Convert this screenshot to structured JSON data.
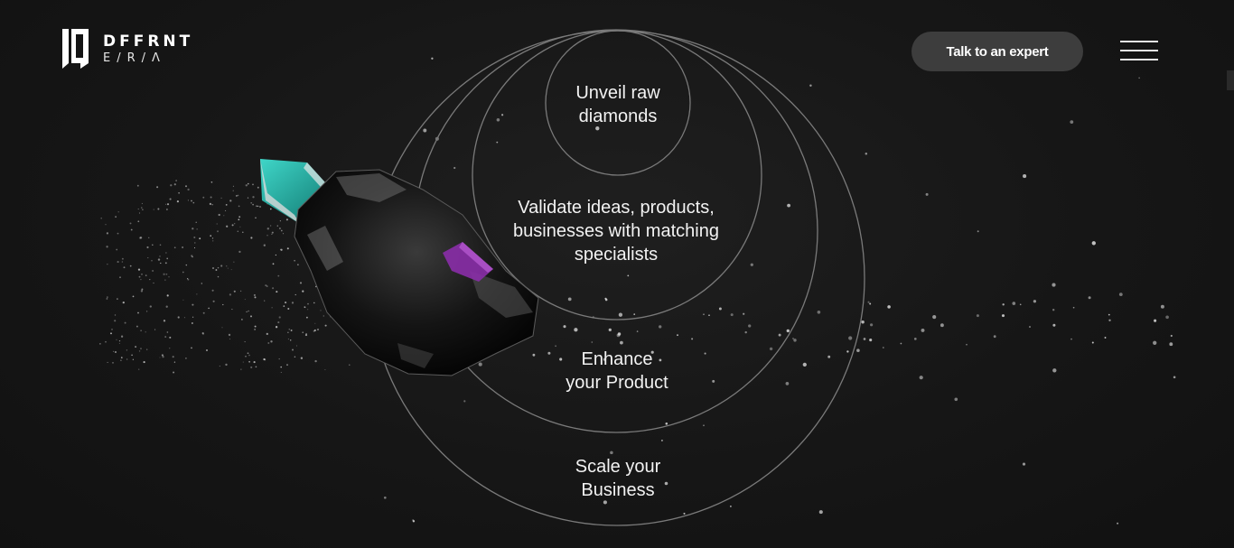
{
  "brand": {
    "name": "DFFRNT",
    "sub": "E/R/Λ"
  },
  "header": {
    "cta_label": "Talk to an expert",
    "menu_icon": "hamburger-menu-icon"
  },
  "stages": [
    {
      "lines": [
        "Unveil raw",
        "diamonds"
      ]
    },
    {
      "lines": [
        "Validate ideas, products,",
        "businesses with matching",
        "specialists"
      ]
    },
    {
      "lines": [
        "Enhance",
        "your Product"
      ]
    },
    {
      "lines": [
        "Scale your",
        "Business"
      ]
    }
  ],
  "colors": {
    "background": "#141414",
    "cta_bg": "#3d3d3d",
    "crystal_teal": "#1fb5a8",
    "crystal_purple": "#8a2ea8",
    "circle_stroke": "#8a8a8a"
  }
}
